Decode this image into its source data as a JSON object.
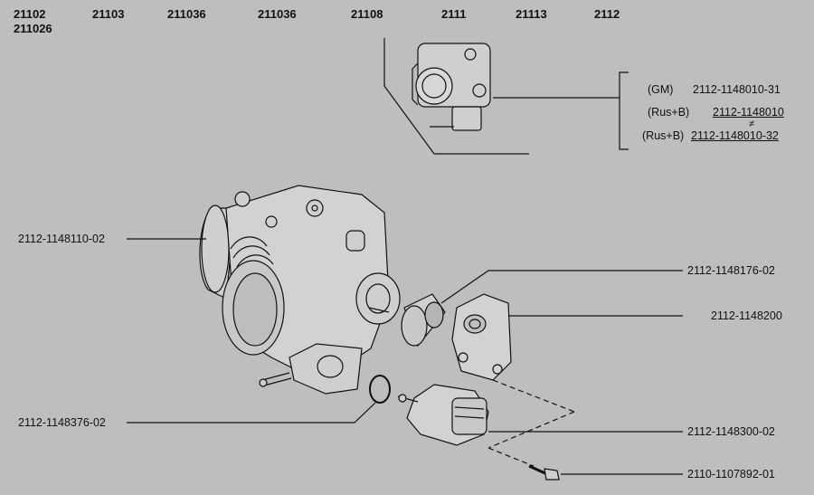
{
  "models": [
    "21102",
    "211026",
    "21103",
    "211036",
    "211036",
    "21108",
    "2111",
    "21113",
    "2112"
  ],
  "variants": [
    {
      "prefix": "(GM)",
      "part": "2112-1148010-31"
    },
    {
      "prefix": "(Rus+B)",
      "part": "2112-1148010"
    },
    {
      "prefix": "(Rus+B)",
      "part": "2112-1148010-32"
    }
  ],
  "variant_mark": "≠",
  "parts": {
    "throttle_body": "2112-1148110-02",
    "seal_ring": "2112-1148376-02",
    "spacer": "2112-1148176-02",
    "position_sensor": "2112-1148200",
    "idle_valve": "2112-1148300-02",
    "screw": "2110-1107892-01"
  },
  "colors": {
    "background": "#bebebe",
    "ink": "#111111"
  }
}
